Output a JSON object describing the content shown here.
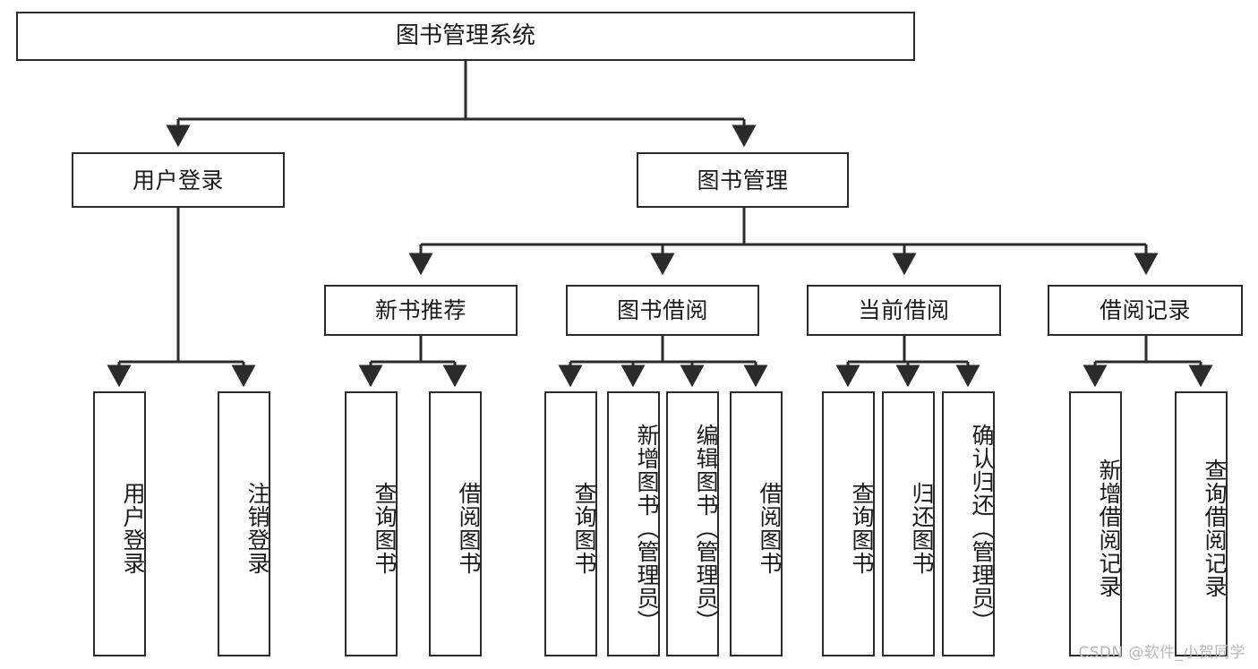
{
  "diagram": {
    "title": "图书管理系统",
    "type": "hierarchy-tree",
    "orientation": "top-down",
    "stroke_color": "#2b2b2b",
    "fill_color": "#ffffff",
    "text_color": "#1a1a1a"
  },
  "nodes": {
    "root": {
      "label": "图书管理系统",
      "level": 1
    },
    "level2": [
      {
        "id": "user-login",
        "label": "用户登录"
      },
      {
        "id": "book-manage",
        "label": "图书管理"
      }
    ],
    "level3": [
      {
        "id": "new-book-rec",
        "label": "新书推荐"
      },
      {
        "id": "book-borrow",
        "label": "图书借阅"
      },
      {
        "id": "current-borrow",
        "label": "当前借阅"
      },
      {
        "id": "borrow-record",
        "label": "借阅记录"
      }
    ],
    "leaves": {
      "user_login": [
        {
          "id": "leaf-user-login",
          "label": "用户登录"
        },
        {
          "id": "leaf-logout",
          "label": "注销登录"
        }
      ],
      "new_book_rec": [
        {
          "id": "leaf-query-book-1",
          "label": "查询图书"
        },
        {
          "id": "leaf-borrow-book-1",
          "label": "借阅图书"
        }
      ],
      "book_borrow": [
        {
          "id": "leaf-query-book-2",
          "label": "查询图书"
        },
        {
          "id": "leaf-add-book",
          "label": "新增图书（管理员）"
        },
        {
          "id": "leaf-edit-book",
          "label": "编辑图书（管理员）"
        },
        {
          "id": "leaf-borrow-book-2",
          "label": "借阅图书"
        }
      ],
      "current_borrow": [
        {
          "id": "leaf-query-book-3",
          "label": "查询图书"
        },
        {
          "id": "leaf-return-book",
          "label": "归还图书"
        },
        {
          "id": "leaf-confirm-return",
          "label": "确认归还（管理员）"
        }
      ],
      "borrow_record": [
        {
          "id": "leaf-add-record",
          "label": "新增借阅记录"
        },
        {
          "id": "leaf-query-record",
          "label": "查询借阅记录"
        }
      ]
    }
  },
  "watermark": {
    "text": "CSDN @软件_小贺同学"
  }
}
